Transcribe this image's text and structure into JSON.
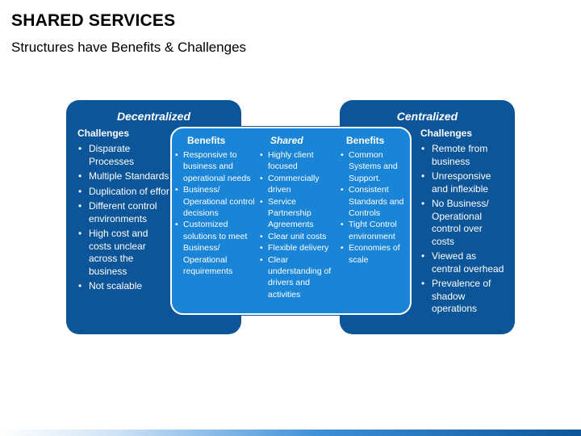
{
  "slide": {
    "title": "SHARED SERVICES",
    "subtitle": "Structures have Benefits & Challenges"
  },
  "decentralized": {
    "heading": "Decentralized",
    "section_label": "Challenges",
    "items": [
      "Disparate Processes",
      "Multiple Standards",
      "Duplication of effort",
      "Different control environments",
      "High cost and costs unclear across the business",
      "Not scalable"
    ]
  },
  "shared": {
    "heading": "Shared",
    "left_label": "Benefits",
    "right_label": "Benefits",
    "left_items": [
      "Responsive to business and operational needs",
      "Business/ Operational control decisions",
      "Customized solutions to meet Business/ Operational requirements"
    ],
    "center_items": [
      "Highly client focused",
      "Commercially driven",
      "Service Partnership Agreements",
      "Clear unit costs",
      "Flexible delivery",
      "Clear understanding of drivers and activities"
    ],
    "right_items": [
      "Common Systems and Support.",
      "Consistent Standards and Controls",
      "Tight Control environment",
      "Economies of scale"
    ]
  },
  "centralized": {
    "heading": "Centralized",
    "section_label": "Challenges",
    "items": [
      "Remote from business",
      "Unresponsive and inflexible",
      "No Business/ Operational control over costs",
      "Viewed as central overhead",
      "Prevalence of shadow operations"
    ]
  },
  "colors": {
    "dark_blue": "#0d5599",
    "mid_blue": "#1a85d6"
  }
}
